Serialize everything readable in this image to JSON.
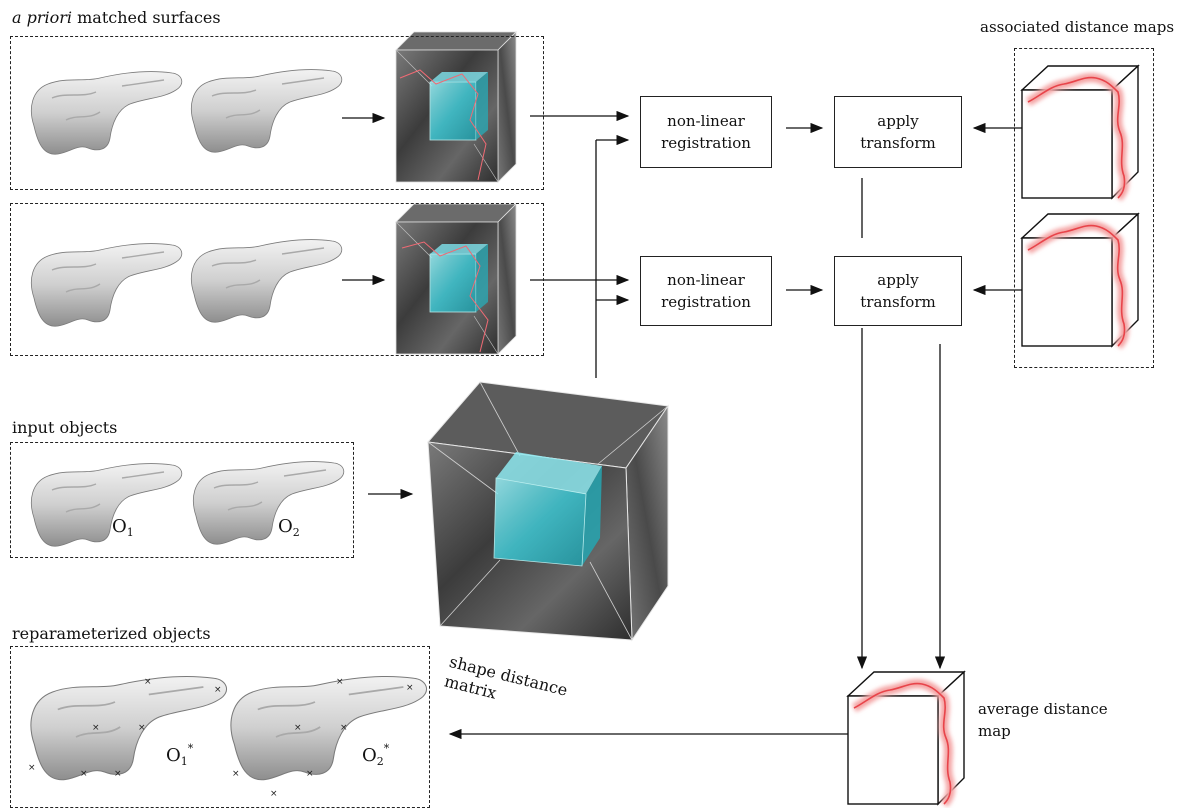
{
  "labels": {
    "apriori_italic": "a priori",
    "apriori_rest": " matched surfaces",
    "associated_maps": "associated distance maps",
    "input_objects": "input objects",
    "reparameterized": "reparameterized objects",
    "shape_distance_line1": "shape distance",
    "shape_distance_line2": "matrix",
    "average_line1": "average distance",
    "average_line2": "map"
  },
  "boxes": {
    "registration_1": {
      "line1": "non-linear",
      "line2": "registration"
    },
    "registration_2": {
      "line1": "non-linear",
      "line2": "registration"
    },
    "transform_1": {
      "line1": "apply",
      "line2": "transform"
    },
    "transform_2": {
      "line1": "apply",
      "line2": "transform"
    }
  },
  "objects": {
    "o1": {
      "letter": "O",
      "sub": "1"
    },
    "o2": {
      "letter": "O",
      "sub": "2"
    },
    "o1_star": {
      "letter": "O",
      "sub": "1",
      "sup": "*"
    },
    "o2_star": {
      "letter": "O",
      "sub": "2",
      "sup": "*"
    }
  },
  "colors": {
    "cyan_cube": "#37c9d6",
    "distance_contour": "#f07a7a",
    "surface": "#c8c8c8"
  }
}
